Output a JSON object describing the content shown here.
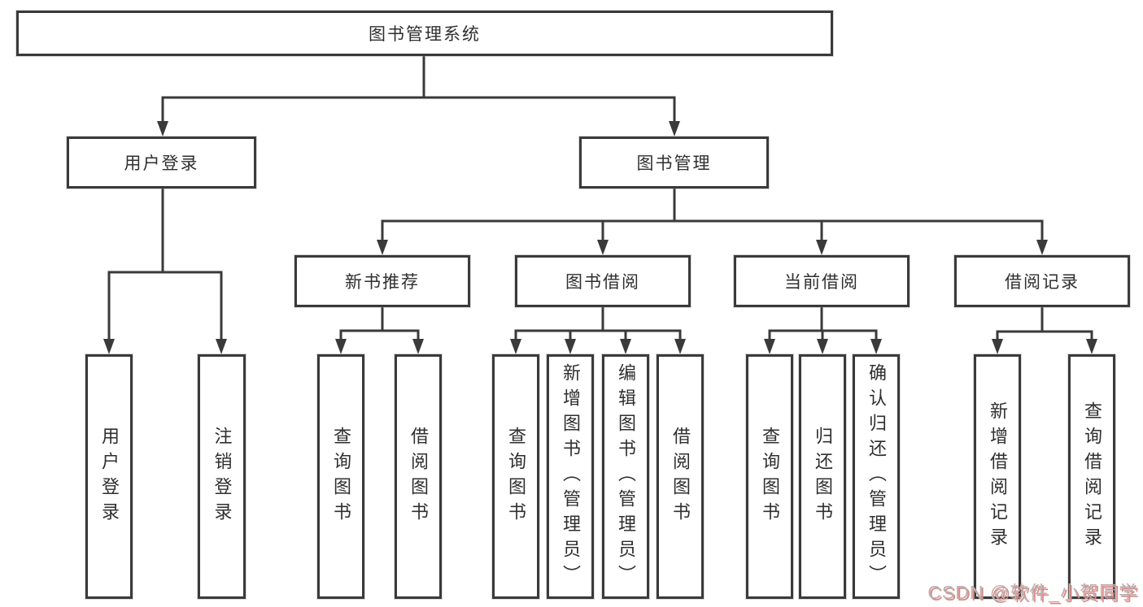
{
  "tree": {
    "root": {
      "label": "图书管理系统"
    },
    "branches": [
      {
        "label": "用户登录",
        "children": [
          {
            "label": "用户登录"
          },
          {
            "label": "注销登录"
          }
        ]
      },
      {
        "label": "图书管理",
        "children": [
          {
            "label": "新书推荐",
            "children": [
              {
                "label": "查询图书"
              },
              {
                "label": "借阅图书"
              }
            ]
          },
          {
            "label": "图书借阅",
            "children": [
              {
                "label": "查询图书"
              },
              {
                "label": "新增图书（管理员）"
              },
              {
                "label": "编辑图书（管理员）"
              },
              {
                "label": "借阅图书"
              }
            ]
          },
          {
            "label": "当前借阅",
            "children": [
              {
                "label": "查询图书"
              },
              {
                "label": "归还图书"
              },
              {
                "label": "确认归还（管理员）"
              }
            ]
          },
          {
            "label": "借阅记录",
            "children": [
              {
                "label": "新增借阅记录"
              },
              {
                "label": "查询借阅记录"
              }
            ]
          }
        ]
      }
    ]
  },
  "watermark": "CSDN @软件_小贺同学",
  "colors": {
    "line": "#3a3a3a",
    "text": "#2f2f2f",
    "background": "#ffffff",
    "watermark": "#b3b3b3",
    "watermark_shadow": "#e8837f"
  }
}
